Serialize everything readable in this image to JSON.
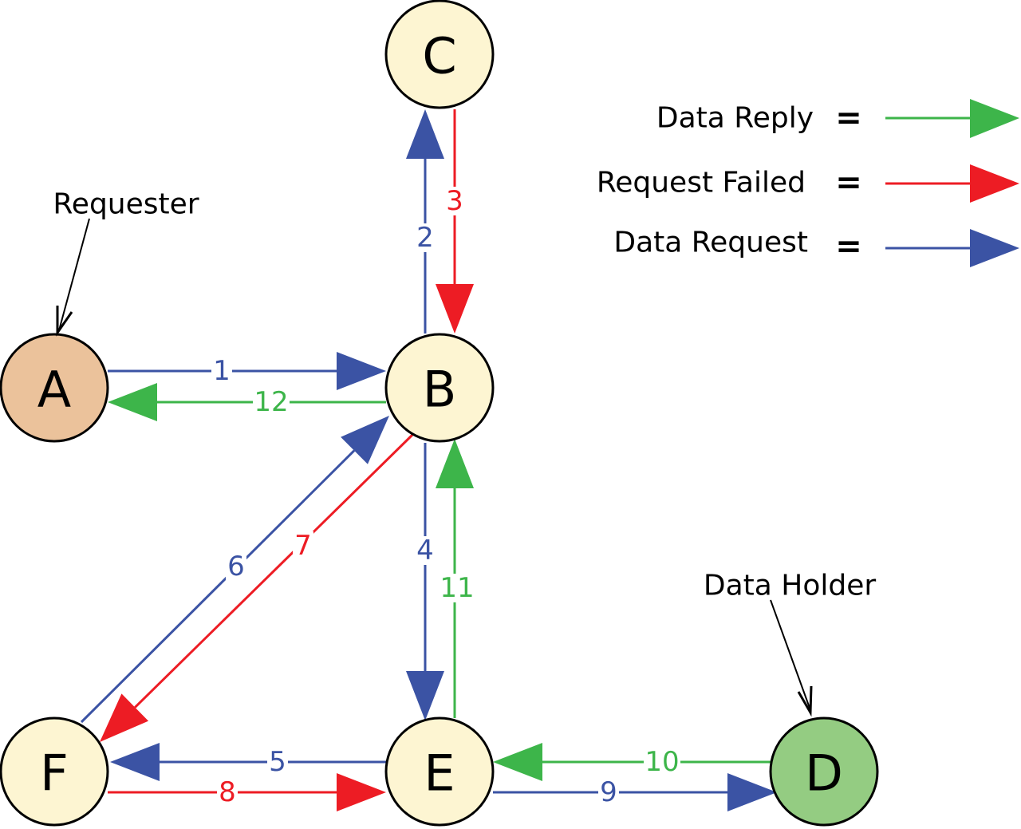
{
  "colors": {
    "request": "#3b53a4",
    "failed": "#ed1c24",
    "reply": "#3db54a",
    "node_default": "#fdf5d2",
    "node_requester": "#ebc29b",
    "node_holder": "#94cc82"
  },
  "nodes": [
    {
      "id": "A",
      "label": "A",
      "role": "requester"
    },
    {
      "id": "B",
      "label": "B",
      "role": "default"
    },
    {
      "id": "C",
      "label": "C",
      "role": "default"
    },
    {
      "id": "D",
      "label": "D",
      "role": "holder"
    },
    {
      "id": "E",
      "label": "E",
      "role": "default"
    },
    {
      "id": "F",
      "label": "F",
      "role": "default"
    }
  ],
  "edges": [
    {
      "step": "1",
      "from": "A",
      "to": "B",
      "type": "request"
    },
    {
      "step": "2",
      "from": "B",
      "to": "C",
      "type": "request"
    },
    {
      "step": "3",
      "from": "C",
      "to": "B",
      "type": "failed"
    },
    {
      "step": "4",
      "from": "B",
      "to": "E",
      "type": "request"
    },
    {
      "step": "5",
      "from": "E",
      "to": "F",
      "type": "request"
    },
    {
      "step": "6",
      "from": "F",
      "to": "B",
      "type": "request"
    },
    {
      "step": "7",
      "from": "B",
      "to": "F",
      "type": "failed"
    },
    {
      "step": "8",
      "from": "F",
      "to": "E",
      "type": "failed"
    },
    {
      "step": "9",
      "from": "E",
      "to": "D",
      "type": "request"
    },
    {
      "step": "10",
      "from": "D",
      "to": "E",
      "type": "reply"
    },
    {
      "step": "11",
      "from": "E",
      "to": "B",
      "type": "reply"
    },
    {
      "step": "12",
      "from": "B",
      "to": "A",
      "type": "reply"
    }
  ],
  "annotations": {
    "requester": "Requester",
    "holder": "Data Holder"
  },
  "legend": [
    {
      "label": "Data Reply",
      "symbol": "=",
      "type": "reply"
    },
    {
      "label": "Request Failed",
      "symbol": "=",
      "type": "failed"
    },
    {
      "label": "Data Request",
      "symbol": "=",
      "type": "request"
    }
  ]
}
